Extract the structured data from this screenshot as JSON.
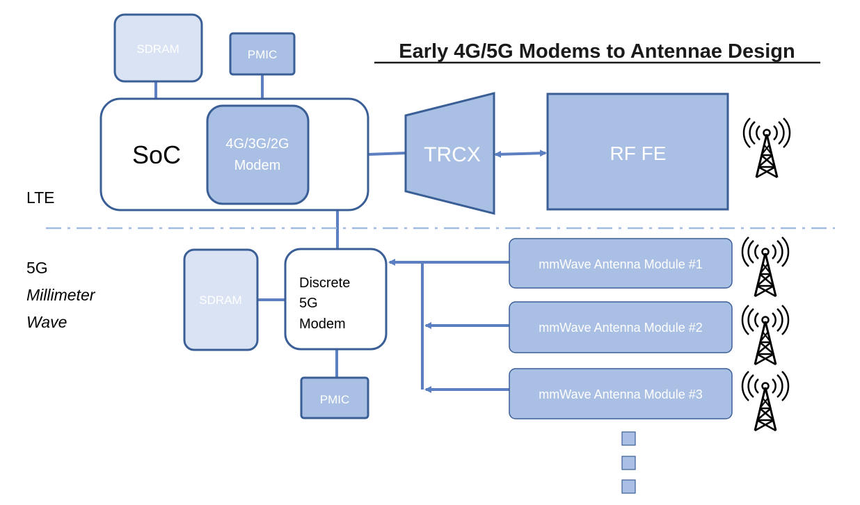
{
  "title": "Early 4G/5G Modems to Antennae Design",
  "lte": {
    "section_label": "LTE",
    "sdram": "SDRAM",
    "pmic": "PMIC",
    "soc": "SoC",
    "modem_line1": "4G/3G/2G",
    "modem_line2": "Modem",
    "trcx": "TRCX",
    "rffe": "RF FE"
  },
  "mmwave": {
    "section_line1": "5G",
    "section_line2": "Millimeter",
    "section_line3": "Wave",
    "sdram": "SDRAM",
    "pmic": "PMIC",
    "modem_line1": "Discrete",
    "modem_line2": "5G",
    "modem_line3": "Modem",
    "modules": [
      "mmWave Antenna Module #1",
      "mmWave Antenna Module #2",
      "mmWave Antenna Module #3"
    ]
  },
  "colors": {
    "stroke": "#3a5e96",
    "fill_medium": "#a9bfe3",
    "fill_light": "#dae3f3",
    "text_dark": "#000000",
    "text_light": "#ffffff",
    "divider": "#9fbbe3"
  },
  "icons": [
    "cell-tower-icon"
  ]
}
